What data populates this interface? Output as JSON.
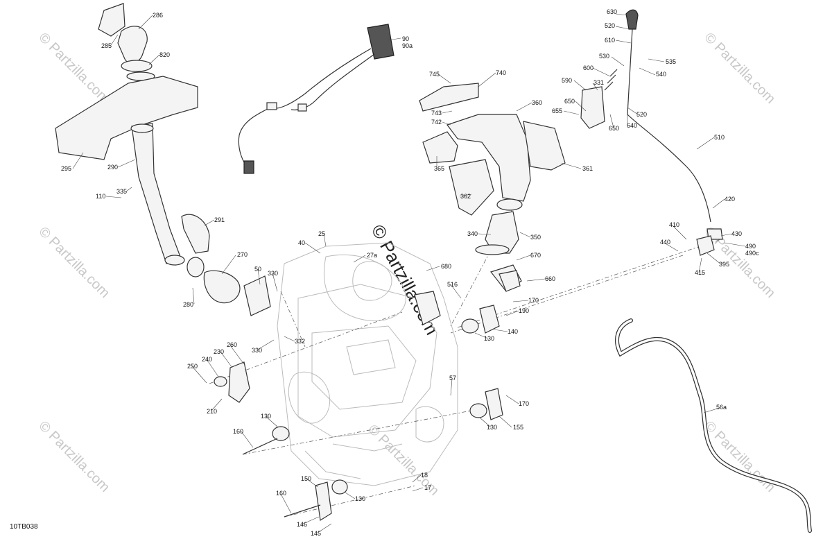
{
  "watermark": {
    "text": "© Partzilla.com"
  },
  "figure_code": "10TB038",
  "callouts": [
    "630",
    "520",
    "610",
    "530",
    "535",
    "540",
    "286",
    "285",
    "820",
    "90",
    "90a",
    "745",
    "740",
    "600",
    "590",
    "331",
    "650",
    "655",
    "520",
    "650",
    "640",
    "360",
    "743",
    "742",
    "365",
    "361",
    "510",
    "295",
    "290",
    "362",
    "110",
    "335",
    "291",
    "420",
    "25",
    "340",
    "350",
    "27a",
    "410",
    "430",
    "440",
    "490",
    "490c",
    "395",
    "415",
    "40",
    "270",
    "680",
    "670",
    "50",
    "330",
    "660",
    "516",
    "170",
    "190",
    "280",
    "140",
    "130",
    "260",
    "332",
    "230",
    "240",
    "250",
    "330",
    "57",
    "210",
    "170",
    "130",
    "155",
    "130",
    "160",
    "56a",
    "150",
    "18",
    "130",
    "17",
    "160",
    "146",
    "145"
  ]
}
